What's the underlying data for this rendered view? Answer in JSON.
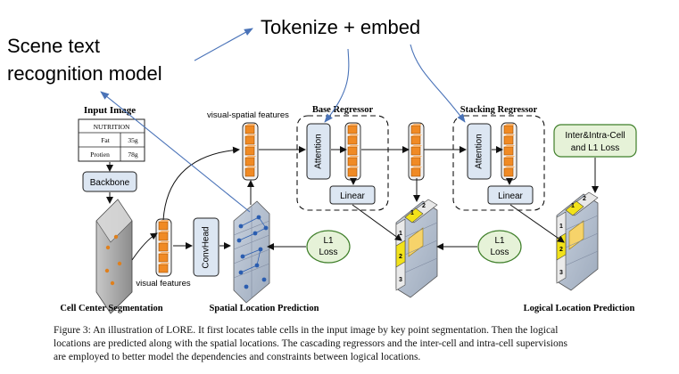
{
  "annotations": {
    "scene_text_line1": "Scene text",
    "scene_text_line2": "recognition model",
    "tokenize": "Tokenize + embed"
  },
  "figure": {
    "input_image_title": "Input Image",
    "nutrition_header": "NUTRITION",
    "nutrition_rows": [
      {
        "label": "Fat",
        "value": "35g"
      },
      {
        "label": "Protien",
        "value": "78g"
      }
    ],
    "backbone": "Backbone",
    "visual_spatial_features": "visual-spatial features",
    "visual_features": "visual features",
    "convhead": "ConvHead",
    "l1_loss_line1": "L1",
    "l1_loss_line2": "Loss",
    "base_regressor": "Base Regressor",
    "stacking_regressor": "Stacking Regressor",
    "attention": "Attention",
    "linear": "Linear",
    "inter_intra_line1": "Inter&Intra-Cell",
    "inter_intra_line2": "and L1 Loss",
    "cell_center_segmentation": "Cell Center Segmentation",
    "spatial_location_prediction": "Spatial Location Prediction",
    "logical_location_prediction": "Logical Location Prediction",
    "grid_top_labels": [
      "1",
      "2"
    ],
    "grid_side_labels": [
      "1",
      "2",
      "3"
    ]
  },
  "caption": {
    "line1": "Figure 3: An illustration of LORE. It first locates table cells in the input image by key point segmentation. Then the logical",
    "line2": "locations are predicted along with the spatial locations. The cascading regressors and the inter-cell and intra-cell supervisions",
    "line3": "are employed to better model the dependencies and constraints between logical locations."
  },
  "colors": {
    "annotation_arrow": "#4a73b8",
    "feature_cell": "#f08a24",
    "module_fill": "#dce6f2",
    "loss_fill": "#e6f2d8",
    "loss_stroke": "#3f7f2a",
    "grid_highlight": "#f2e21a"
  }
}
